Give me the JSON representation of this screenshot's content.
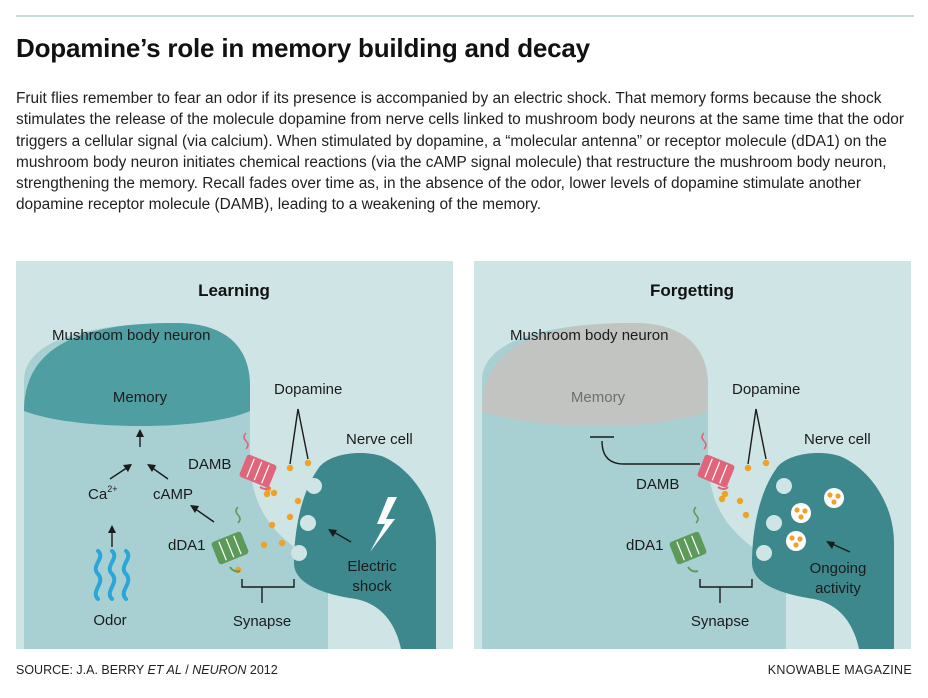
{
  "header": {
    "title": "Dopamine’s role in memory building and decay",
    "intro": "Fruit flies remember to fear an odor if its presence is accompanied by an electric shock. That memory forms because the shock stimulates the release of the molecule dopamine from nerve cells linked to mushroom body neurons at the same time that the odor triggers a cellular signal (via calcium). When stimulated by dopamine, a “molecular antenna” or receptor molecule (dDA1) on the mushroom body neuron initiates chemical reactions (via the cAMP signal molecule) that restructure the mushroom body neuron, strengthening the memory. Recall fades over time as, in the absence of the odor, lower levels of dopamine stimulate another dopamine receptor molecule (DAMB), leading to a weakening of the memory."
  },
  "learning": {
    "title": "Learning",
    "neuron_label": "Mushroom body neuron",
    "memory": "Memory",
    "dopamine": "Dopamine",
    "nerve_cell": "Nerve cell",
    "damb": "DAMB",
    "ca": "Ca",
    "ca_sup": "2+",
    "camp": "cAMP",
    "dda1": "dDA1",
    "shock_line1": "Electric",
    "shock_line2": "shock",
    "odor": "Odor",
    "synapse": "Synapse"
  },
  "forgetting": {
    "title": "Forgetting",
    "neuron_label": "Mushroom body neuron",
    "memory": "Memory",
    "dopamine": "Dopamine",
    "nerve_cell": "Nerve cell",
    "damb": "DAMB",
    "dda1": "dDA1",
    "activity_line1": "Ongoing",
    "activity_line2": "activity",
    "synapse": "Synapse"
  },
  "footer": {
    "source_prefix": "SOURCE: J.A. BERRY ",
    "source_etal": "ET AL",
    "source_sep": " / ",
    "source_journal": "NEURON",
    "source_year": " 2012",
    "credit": "KNOWABLE MAGAZINE"
  },
  "colors": {
    "panel_bg": "#cfe4e4",
    "neuron": "#a8d0d2",
    "memory_learning": "#4f9ea2",
    "memory_forgetting": "#c2c4c2",
    "nerve_cell": "#3c888d",
    "damb_receptor": "#e0657a",
    "dda1_receptor": "#5d9a59",
    "dopamine_dot": "#f0a128",
    "odor_waves": "#2aa6d8"
  }
}
